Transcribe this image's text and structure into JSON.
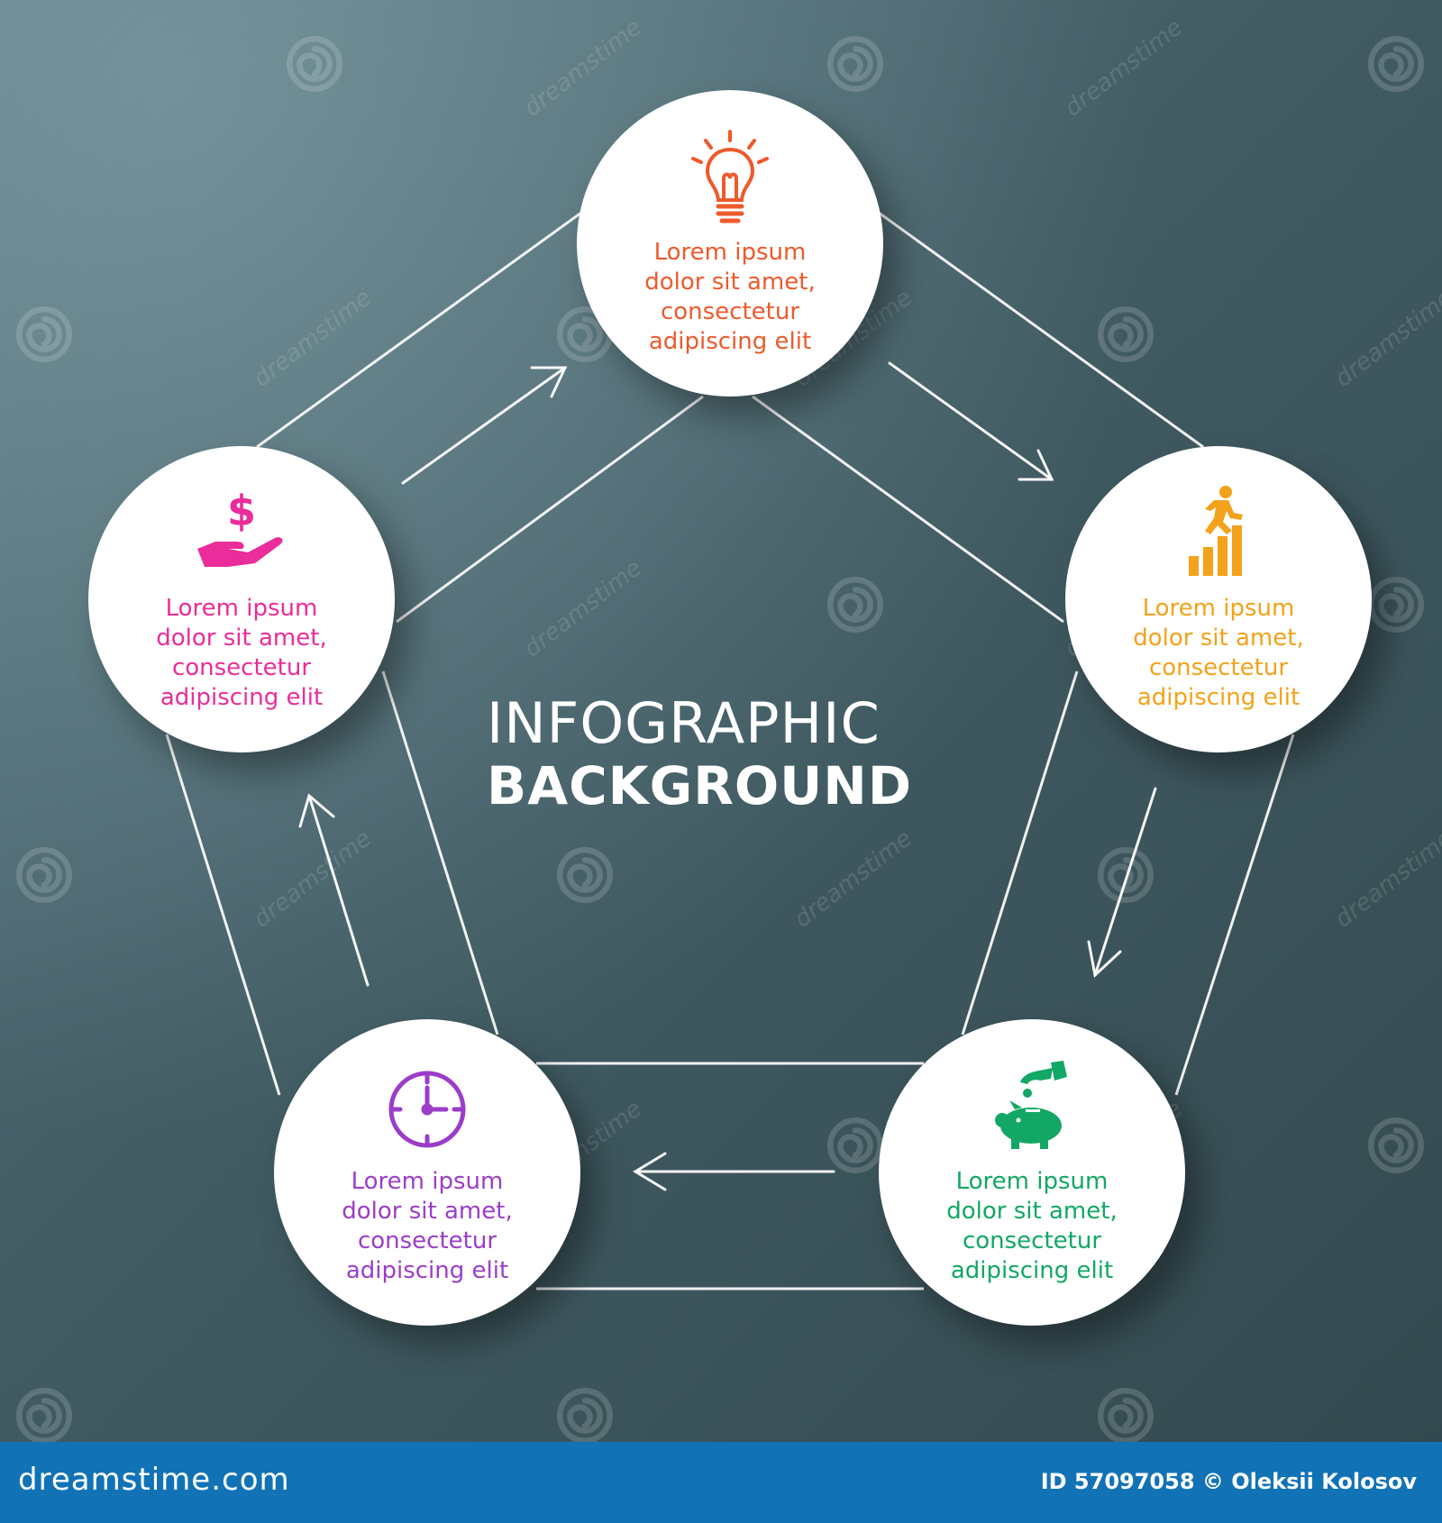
{
  "title": {
    "line1": "INFOGRAPHIC",
    "line2": "BACKGROUND"
  },
  "steps": [
    {
      "id": "top",
      "icon": "lightbulb-icon",
      "color": "#ee5a2c",
      "text": "Lorem ipsum\ndolor sit amet,\nconsectetur\nadipiscing elit"
    },
    {
      "id": "right",
      "icon": "growth-runner-icon",
      "color": "#f3a21b",
      "text": "Lorem ipsum\ndolor sit amet,\nconsectetur\nadipiscing elit"
    },
    {
      "id": "bottom-right",
      "icon": "piggy-bank-icon",
      "color": "#13a765",
      "text": "Lorem ipsum\ndolor sit amet,\nconsectetur\nadipiscing elit"
    },
    {
      "id": "bottom-left",
      "icon": "clock-icon",
      "color": "#9b3dc9",
      "text": "Lorem ipsum\ndolor sit amet,\nconsectetur\nadipiscing elit"
    },
    {
      "id": "left",
      "icon": "money-hand-icon",
      "color": "#ea2d9a",
      "text": "Lorem ipsum\ndolor sit amet,\nconsectetur\nadipiscing elit"
    }
  ],
  "footer": {
    "site": "dreamstime.com",
    "credit": "ID 57097058 © Oleksii Kolosov",
    "logo_icon": "dreamstime-swirl-icon"
  },
  "watermark": {
    "text": "dreamstime",
    "icon": "swirl-icon"
  }
}
